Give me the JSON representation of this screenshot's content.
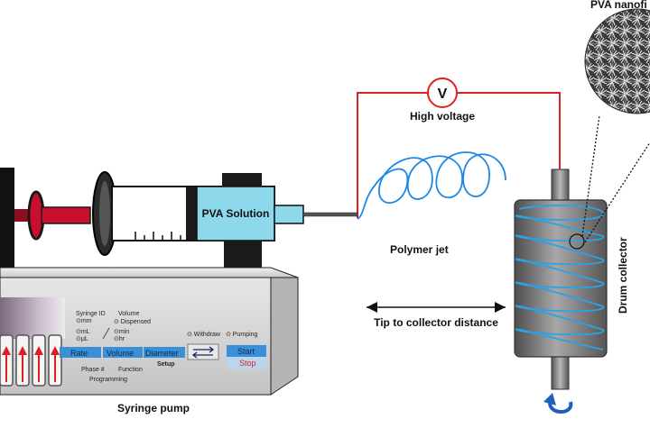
{
  "labels": {
    "pva_solution": "PVA Solution",
    "high_voltage": "High voltage",
    "voltmeter_symbol": "V",
    "polymer_jet": "Polymer jet",
    "tip_to_collector": "Tip to collector distance",
    "drum_collector": "Drum collector",
    "syringe_pump": "Syringe pump",
    "pva_nanofibers": "PVA nanofi"
  },
  "pump_panel": {
    "syringe_id": "Syringe ID",
    "syringe_id_unit": "⊙mm",
    "volume": "Volume",
    "dispensed": "⊙ Dispensed",
    "ml": "⊙mL",
    "ul": "⊙μL",
    "min": "⊙min",
    "hr": "⊙hr",
    "withdraw": "⊙ Withdraw",
    "pumping": "⊙ Pumping",
    "rate": "Rate",
    "volume_btn": "Volume",
    "diameter": "Diameter",
    "setup": "Setup",
    "start": "Start",
    "stop": "Stop",
    "phase": "Phase #",
    "function": "Function",
    "programming": "Programming"
  },
  "colors": {
    "wire": "#e02020",
    "jet": "#1e88e5",
    "solution": "#8ed8ec",
    "plunger": "#c8102e",
    "drum": "#7a7a7a",
    "rotation_arrow": "#1e5fbf",
    "pump_button": "#3a8fd6",
    "stop_text": "#e02020"
  }
}
